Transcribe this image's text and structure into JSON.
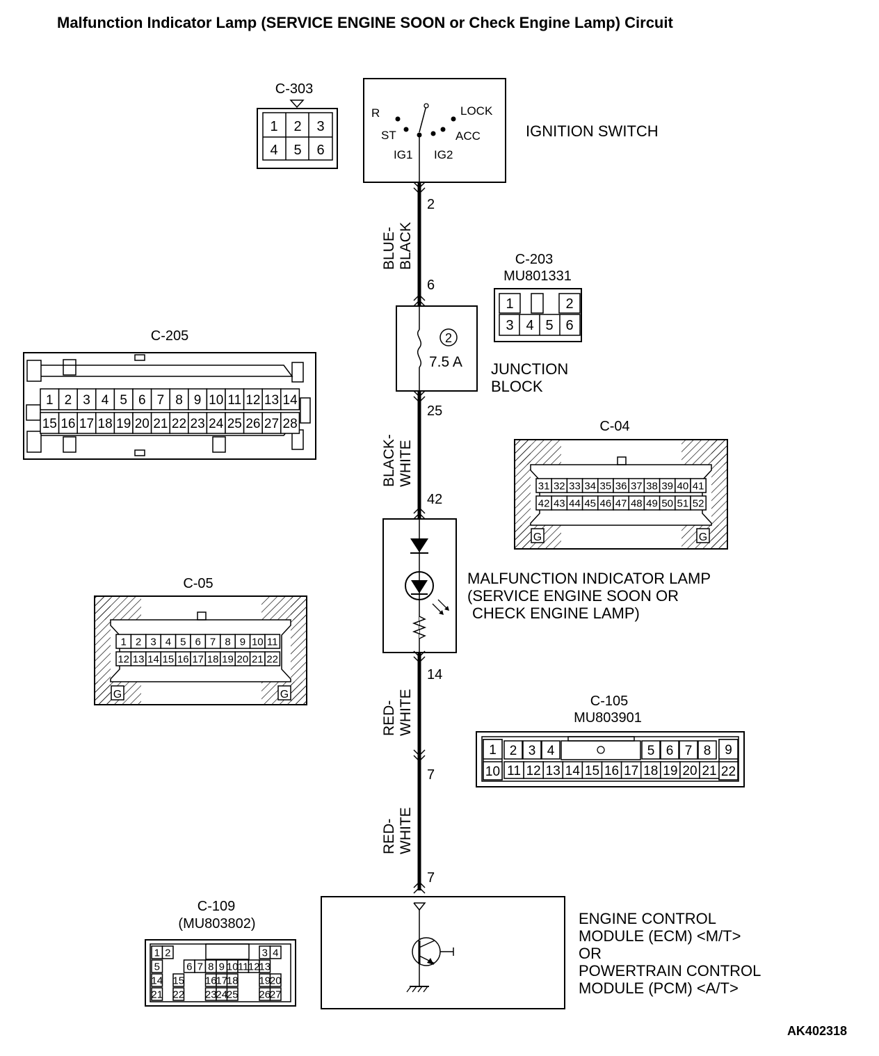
{
  "title": "Malfunction Indicator Lamp (SERVICE ENGINE SOON or Check Engine Lamp) Circuit",
  "figure_id": "AK402318",
  "ignition_switch": {
    "label": "IGNITION SWITCH",
    "positions": [
      "R",
      "LOCK",
      "ST",
      "ACC",
      "IG1",
      "IG2"
    ],
    "output_pin": "2"
  },
  "wires": [
    {
      "color_line1": "BLUE-",
      "color_line2": "BLACK",
      "from_pin": "2",
      "to_pin": "6"
    },
    {
      "color_line1": "BLACK-",
      "color_line2": "WHITE",
      "from_pin": "25",
      "to_pin": "42"
    },
    {
      "color_line1": "RED-",
      "color_line2": "WHITE",
      "from_pin": "14",
      "to_pin": "7"
    },
    {
      "color_line1": "RED-",
      "color_line2": "WHITE",
      "from_pin": "7",
      "to_pin": "7"
    }
  ],
  "junction_block": {
    "line1": "JUNCTION",
    "line2": "BLOCK",
    "fuse_number": "2",
    "fuse_rating": "7.5 A",
    "in_pin": "6",
    "out_pin": "25"
  },
  "lamp": {
    "line1": "MALFUNCTION INDICATOR LAMP",
    "line2": "(SERVICE ENGINE SOON OR",
    "line3": "CHECK ENGINE LAMP)",
    "in_pin": "42",
    "out_pin": "14"
  },
  "ecm": {
    "line1": "ENGINE CONTROL",
    "line2": "MODULE (ECM) <M/T>",
    "line3": "OR",
    "line4": "POWERTRAIN CONTROL",
    "line5": "MODULE (PCM) <A/T>",
    "pin": "7"
  },
  "connectors": {
    "c303": {
      "name": "C-303",
      "row1": [
        "1",
        "2",
        "3"
      ],
      "row2": [
        "4",
        "5",
        "6"
      ]
    },
    "c203": {
      "name": "C-203",
      "part": "MU801331",
      "row1": [
        "1",
        "",
        "2"
      ],
      "row2": [
        "3",
        "4",
        "5",
        "6"
      ]
    },
    "c205": {
      "name": "C-205",
      "row1": [
        "1",
        "2",
        "3",
        "4",
        "5",
        "6",
        "7",
        "8",
        "9",
        "10",
        "11",
        "12",
        "13",
        "14"
      ],
      "row2": [
        "15",
        "16",
        "17",
        "18",
        "19",
        "20",
        "21",
        "22",
        "23",
        "24",
        "25",
        "26",
        "27",
        "28"
      ]
    },
    "c04": {
      "name": "C-04",
      "row1": [
        "31",
        "32",
        "33",
        "34",
        "35",
        "36",
        "37",
        "38",
        "39",
        "40",
        "41"
      ],
      "row2": [
        "42",
        "43",
        "44",
        "45",
        "46",
        "47",
        "48",
        "49",
        "50",
        "51",
        "52"
      ],
      "ground": "G"
    },
    "c05": {
      "name": "C-05",
      "row1": [
        "1",
        "2",
        "3",
        "4",
        "5",
        "6",
        "7",
        "8",
        "9",
        "10",
        "11"
      ],
      "row2": [
        "12",
        "13",
        "14",
        "15",
        "16",
        "17",
        "18",
        "19",
        "20",
        "21",
        "22"
      ],
      "ground": "G"
    },
    "c105": {
      "name": "C-105",
      "part": "MU803901",
      "row1": [
        "1",
        "2",
        "3",
        "4",
        "5",
        "6",
        "7",
        "8",
        "9"
      ],
      "row2": [
        "10",
        "11",
        "12",
        "13",
        "14",
        "15",
        "16",
        "17",
        "18",
        "19",
        "20",
        "21",
        "22"
      ]
    },
    "c109": {
      "name": "C-109",
      "part": "(MU803802)",
      "row1": [
        "1",
        "2",
        "3",
        "4"
      ],
      "row2": [
        "5",
        "6",
        "7",
        "8",
        "9",
        "10",
        "11",
        "12",
        "13"
      ],
      "row3": [
        "14",
        "15",
        "16",
        "17",
        "18",
        "19",
        "20"
      ],
      "row4": [
        "21",
        "22",
        "23",
        "24",
        "25",
        "26",
        "27"
      ]
    }
  }
}
